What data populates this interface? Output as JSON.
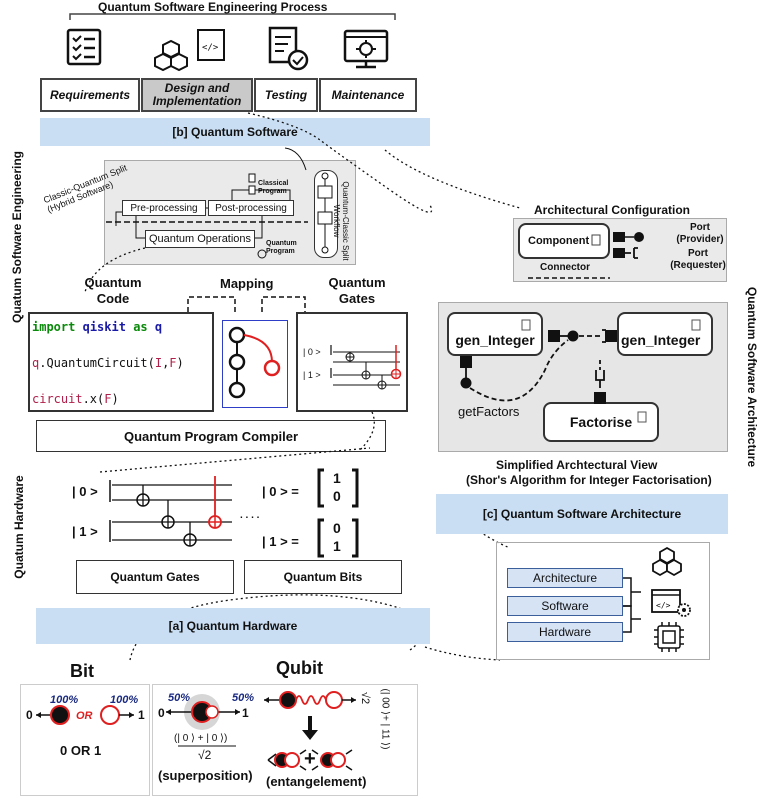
{
  "process": {
    "title": "Quantum Software Engineering Process",
    "steps": [
      "Requirements",
      "Design and Implementation",
      "Testing",
      "Maintenance"
    ]
  },
  "bands": {
    "software": "[b] Quantum Software",
    "architecture": "[c] Quantum Software Architecture",
    "hardware": "[a] Quantum Hardware"
  },
  "side_labels": {
    "engineering": "Quatum Software Engineering",
    "hardware": "Quatum Hardware",
    "architecture": "Quantum Software Architecture"
  },
  "workflow": {
    "split_label": "Classic-Quantum Split (Hybrid Software)",
    "preprocessing": "Pre-processing",
    "postprocessing": "Post-processing",
    "quantum_operations": "Quantum Operations",
    "classical_program": "Classical Program",
    "quantum_program": "Quantum Program",
    "split_workflow": "Quantum-Classic Split Workflow"
  },
  "compile": {
    "quantum_code_title": "Quantum Code",
    "mapping_title": "Mapping",
    "quantum_gates_title": "Quantum Gates",
    "code_line1_kw1": "import",
    "code_line1_mod": "qiskit",
    "code_line1_as": "as",
    "code_line1_alias": "q",
    "code_line2_q": "q",
    "code_line2_call": ".QuantumCircuit(",
    "code_line2_i": "I",
    "code_line2_comma": ",",
    "code_line2_f": "F",
    "code_line2_close": ")",
    "code_line3_obj": "circuit",
    "code_line3_call": ".x(",
    "code_line3_f": "F",
    "code_line3_close": ")",
    "ket0": "| 0 >",
    "ket1": "| 1 >",
    "compiler": "Quantum Program Compiler"
  },
  "hardware": {
    "ket0": "| 0 >",
    "ket1": "| 1 >",
    "ket0_eq": "| 0 > =",
    "ket1_eq": "| 1 > =",
    "vec0_top": "1",
    "vec0_bot": "0",
    "vec1_top": "0",
    "vec1_bot": "1",
    "ellipsis": ". . . .",
    "gates_box": "Quantum Gates",
    "bits_box": "Quantum Bits"
  },
  "bit_qubit": {
    "bit_title": "Bit",
    "qubit_title": "Qubit",
    "pct_left": "100%",
    "pct_right": "100%",
    "zero": "0",
    "one": "1",
    "or_label": "OR",
    "bit_caption": "0 OR 1",
    "q_pct_left": "50%",
    "q_pct_right": "50%",
    "superposition_formula_num": "(| 0 ⟩ + | 0 ⟩)",
    "superposition_formula_den": "√2",
    "superposition": "(superposition)",
    "entanglement": "(entangelement)",
    "entangle_formula": "(| 00 ⟩+ | 11 ⟩)",
    "entangle_den": "√2",
    "plus": "+"
  },
  "architecture": {
    "config_title": "Architectural Configuration",
    "component": "Component",
    "port_provider": "Port (Provider)",
    "port_requester": "Port (Requester)",
    "connector": "Connector",
    "gen_integer_left": "gen_Integer",
    "gen_integer_right": "gen_Integer",
    "factorise": "Factorise",
    "get_factors": "getFactors",
    "view_title": "Simplified Archtectural View",
    "view_subtitle": "(Shor's Algorithm for Integer Factorisation)"
  },
  "stack": {
    "architecture": "Architecture",
    "software": "Software",
    "hardware": "Hardware"
  }
}
